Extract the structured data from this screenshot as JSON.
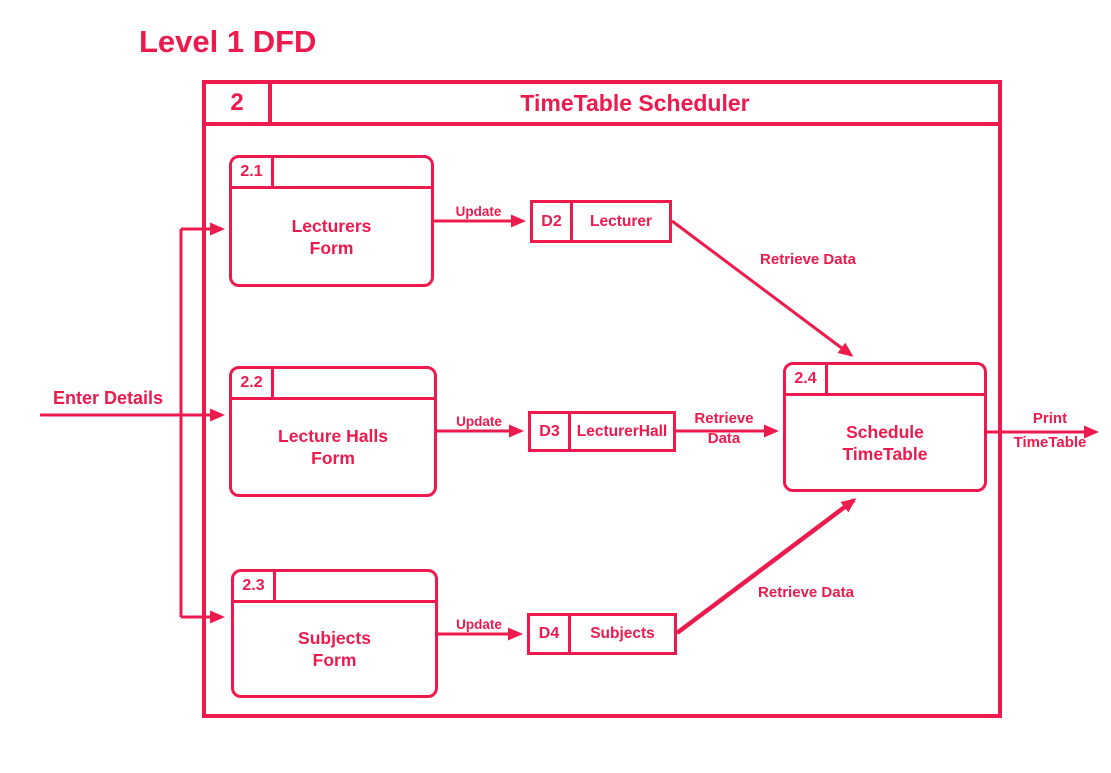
{
  "colors": {
    "accent": "#ed1a4d",
    "background": "#ffffff"
  },
  "page_title": "Level 1 DFD",
  "system": {
    "number": "2",
    "name": "TimeTable Scheduler"
  },
  "processes": [
    {
      "id": "2.1",
      "line1": "Lecturers",
      "line2": "Form"
    },
    {
      "id": "2.2",
      "line1": "Lecture Halls",
      "line2": "Form"
    },
    {
      "id": "2.3",
      "line1": "Subjects",
      "line2": "Form"
    },
    {
      "id": "2.4",
      "line1": "Schedule",
      "line2": "TimeTable"
    }
  ],
  "stores": [
    {
      "id": "D2",
      "name": "Lecturer"
    },
    {
      "id": "D3",
      "name": "LecturerHall"
    },
    {
      "id": "D4",
      "name": "Subjects"
    }
  ],
  "flows": {
    "enter_details": "Enter Details",
    "update1": "Update",
    "update2": "Update",
    "update3": "Update",
    "retrieve_top": "Retrieve Data",
    "retrieve_mid_line1": "Retrieve",
    "retrieve_mid_line2": "Data",
    "retrieve_bottom": "Retrieve Data",
    "print_line1": "Print",
    "print_line2": "TimeTable"
  }
}
